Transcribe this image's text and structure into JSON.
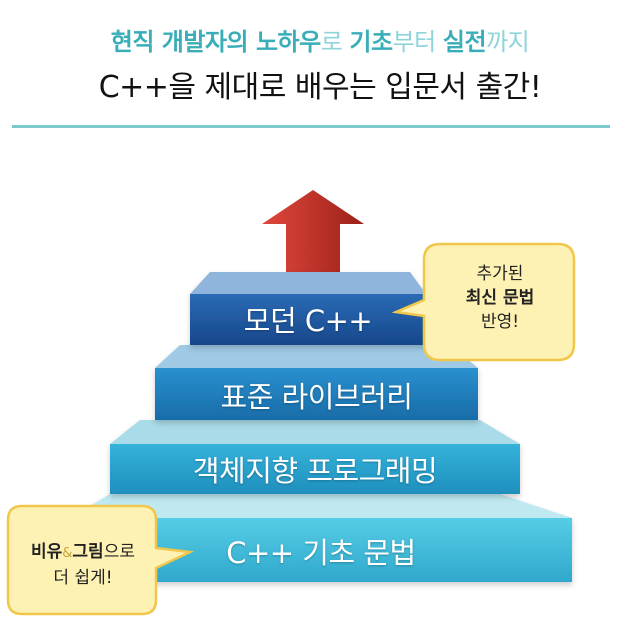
{
  "headline": {
    "line1_segments": [
      {
        "text": "현직 개발자의 노하우",
        "style": "hl"
      },
      {
        "text": "로 ",
        "style": "nm"
      },
      {
        "text": "기초",
        "style": "hl"
      },
      {
        "text": "부터 ",
        "style": "nm"
      },
      {
        "text": "실전",
        "style": "hl"
      },
      {
        "text": "까지",
        "style": "nm"
      }
    ],
    "line2": "C++을 제대로 배우는 입문서 출간!"
  },
  "steps": [
    {
      "label": "모던 C++",
      "color": "#1f5aa6"
    },
    {
      "label": "표준 라이브러리",
      "color": "#1f7fc0"
    },
    {
      "label": "객체지향 프로그래밍",
      "color": "#28a3cf"
    },
    {
      "label": "C++ 기초 문법",
      "color": "#3cbbd8"
    }
  ],
  "arrow_color": "#c8332a",
  "callouts": {
    "top_right": {
      "line1": "추가된",
      "line2": "최신 문법",
      "line3": "반영!"
    },
    "bottom_left": {
      "line1_bold": "비유",
      "line1_amp": "&",
      "line1_bold2": "그림",
      "line1_rest": "으로",
      "line2": "더 쉽게!"
    },
    "fill": "#fdf2b4",
    "stroke": "#f0c74a"
  }
}
